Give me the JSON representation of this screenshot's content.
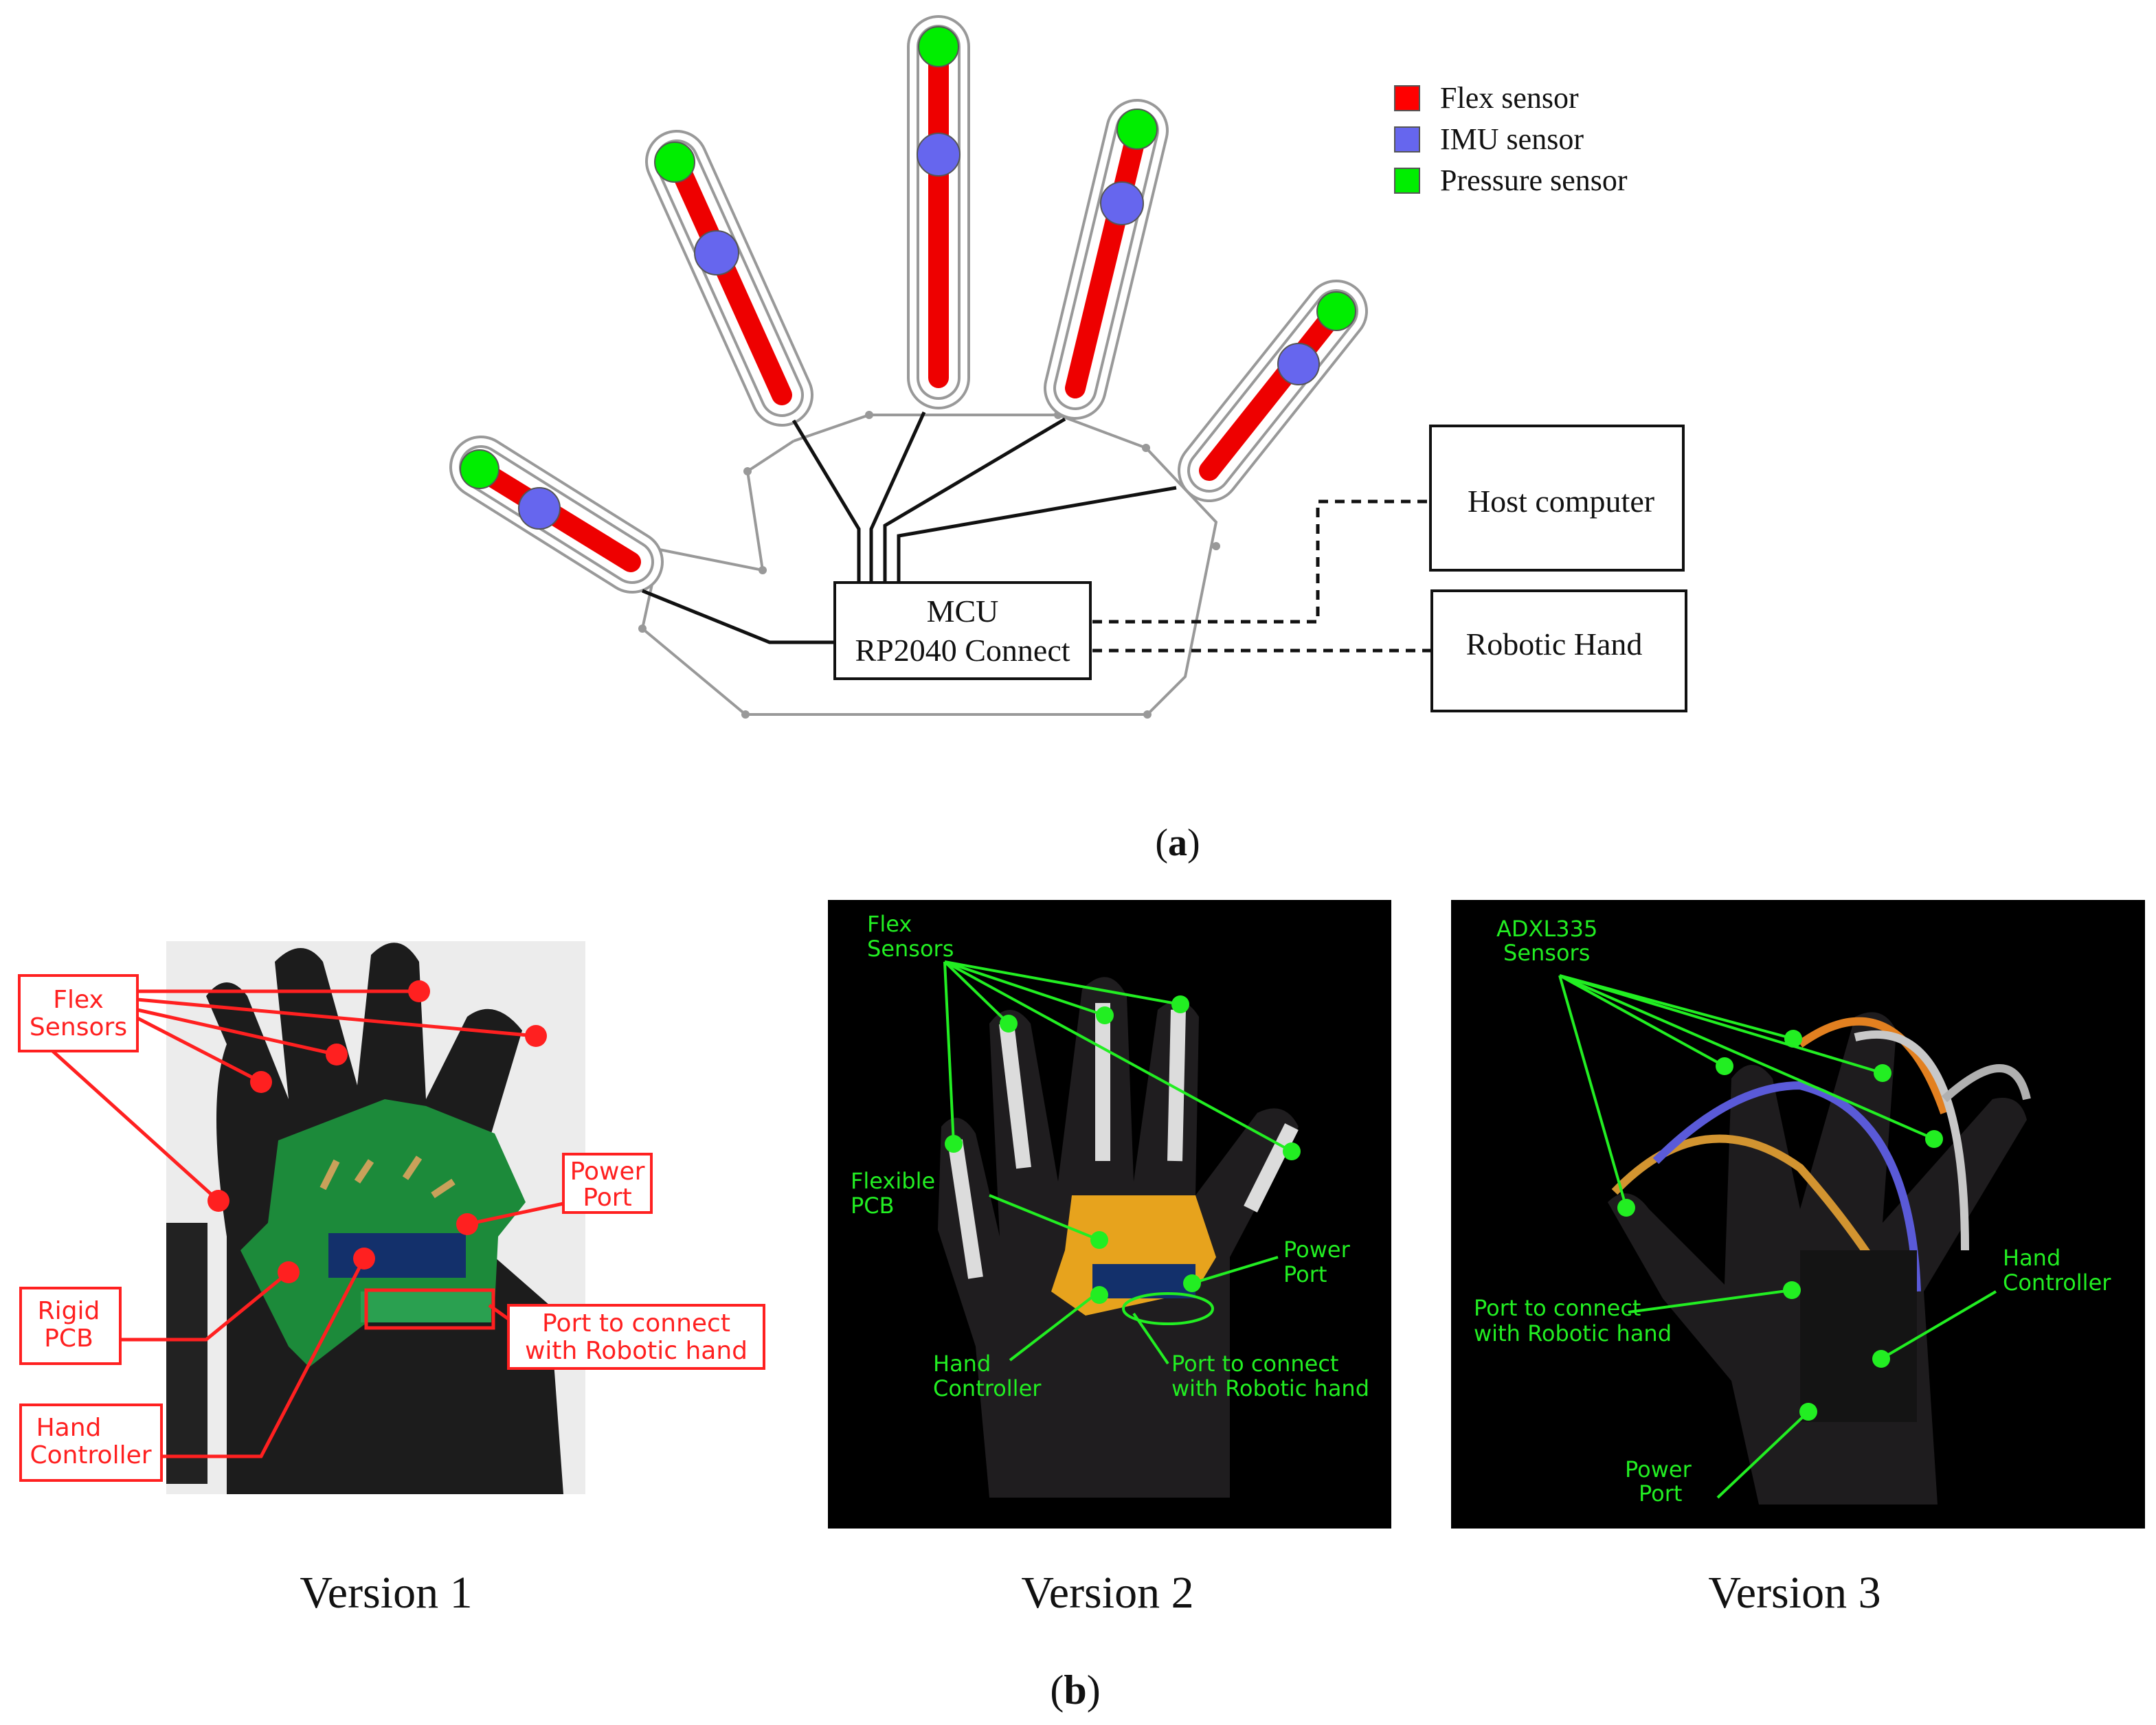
{
  "panel_a": {
    "legend": [
      {
        "label": "Flex sensor",
        "color": "#ff0000"
      },
      {
        "label": "IMU sensor",
        "color": "#6666ee"
      },
      {
        "label": "Pressure sensor",
        "color": "#00ee00"
      }
    ],
    "mcu": {
      "line1": "MCU",
      "line2": "RP2040 Connect"
    },
    "host_label": "Host computer",
    "robot_label": "Robotic Hand",
    "caption": {
      "open": "(",
      "letter": "a",
      "close": ")"
    }
  },
  "panel_b": {
    "v1": {
      "title": "Version 1",
      "accent": "#ff2020",
      "labels": {
        "flex": [
          "Flex",
          "Sensors"
        ],
        "power": [
          "Power",
          "Port"
        ],
        "rigid": [
          "Rigid",
          "PCB"
        ],
        "port": [
          "Port to connect",
          "with Robotic hand"
        ],
        "hand": [
          "Hand",
          "Controller"
        ]
      }
    },
    "v2": {
      "title": "Version 2",
      "accent": "#22ee22",
      "labels": {
        "flex": [
          "Flex",
          "Sensors"
        ],
        "flexible": [
          "Flexible",
          "PCB"
        ],
        "power": [
          "Power",
          "Port"
        ],
        "hand": [
          "Hand",
          "Controller"
        ],
        "port": [
          "Port to connect",
          "with Robotic hand"
        ]
      }
    },
    "v3": {
      "title": "Version 3",
      "accent": "#22ee22",
      "labels": {
        "adxl": [
          "ADXL335",
          "Sensors"
        ],
        "port": [
          "Port to connect",
          "with Robotic hand"
        ],
        "hand": [
          "Hand",
          "Controller"
        ],
        "power": [
          "Power",
          "Port"
        ]
      }
    },
    "caption": {
      "open": "(",
      "letter": "b",
      "close": ")"
    }
  }
}
